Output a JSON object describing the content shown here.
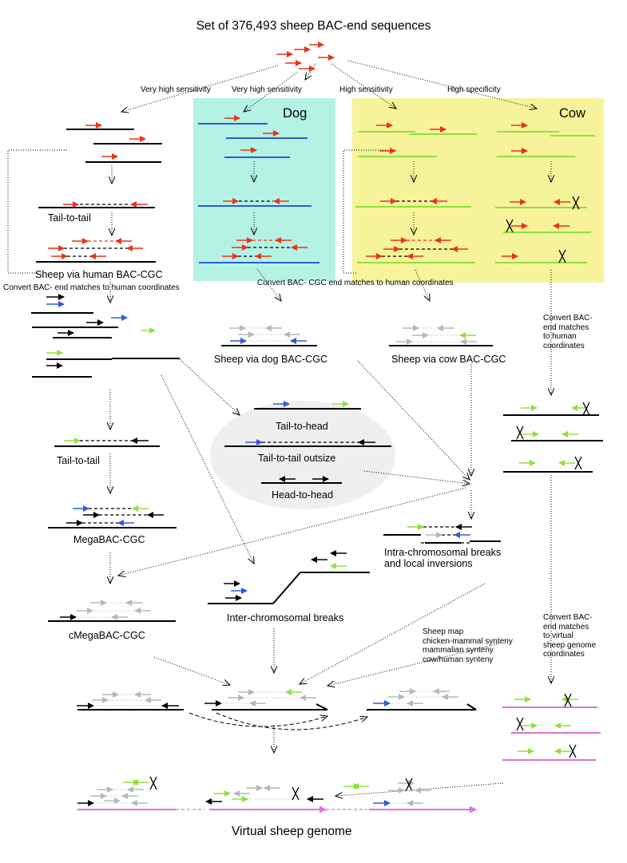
{
  "title": "Set of 376,493 sheep BAC-end sequences",
  "footer": "Virtual sheep genome",
  "panels": {
    "dog": "Dog",
    "cow": "Cow"
  },
  "strategies": {
    "human": "Very high sensitivity",
    "dog": "Very high sensitivity",
    "cow_sensitivity": "High sensitivity",
    "cow_specificity": "High specificity"
  },
  "labels": {
    "tail_to_tail_top": "Tail-to-tail",
    "sheep_via_human": "Sheep via human BAC-CGC",
    "convert_bac_end": "Convert BAC- end matches to human coordinates",
    "convert_bac_cgc": "Convert BAC- CGC end matches to human coordinates",
    "convert_cow_human": "Convert BAC-\nend matches\nto human\ncoordinates",
    "sheep_via_dog": "Sheep via dog BAC-CGC",
    "sheep_via_cow": "Sheep via cow BAC-CGC",
    "tail_to_head": "Tail-to-head",
    "tail_to_tail_outsize": "Tail-to-tail outsize",
    "head_to_head": "Head-to-head",
    "tail_to_tail_mid": "Tail-to-tail",
    "megabac": "MegaBAC-CGC",
    "intra_breaks": "Intra-chromosomal breaks\nand local inversions",
    "inter_breaks": "Inter-chromosomal breaks",
    "cmegabac": "cMegaBAC-CGC",
    "sheep_map": "Sheep map\nchicken-mammal synteny\nmammalian synteny\ncow/human synteny",
    "convert_virtual": "Convert BAC-\nend matches\nto virtual\nsheep genome\ncoordinates"
  },
  "colors": {
    "sheep_arrow": "#e8341c",
    "human_line": "#000000",
    "dog_line": "#2e5bd8",
    "dog_panel": "#b4f2e4",
    "cow_line": "#8fe23c",
    "cow_panel": "#f6f39a",
    "grey_arrow": "#b4b9bd",
    "virtual_line": "#e070d8",
    "ellipse": "#efefef"
  }
}
